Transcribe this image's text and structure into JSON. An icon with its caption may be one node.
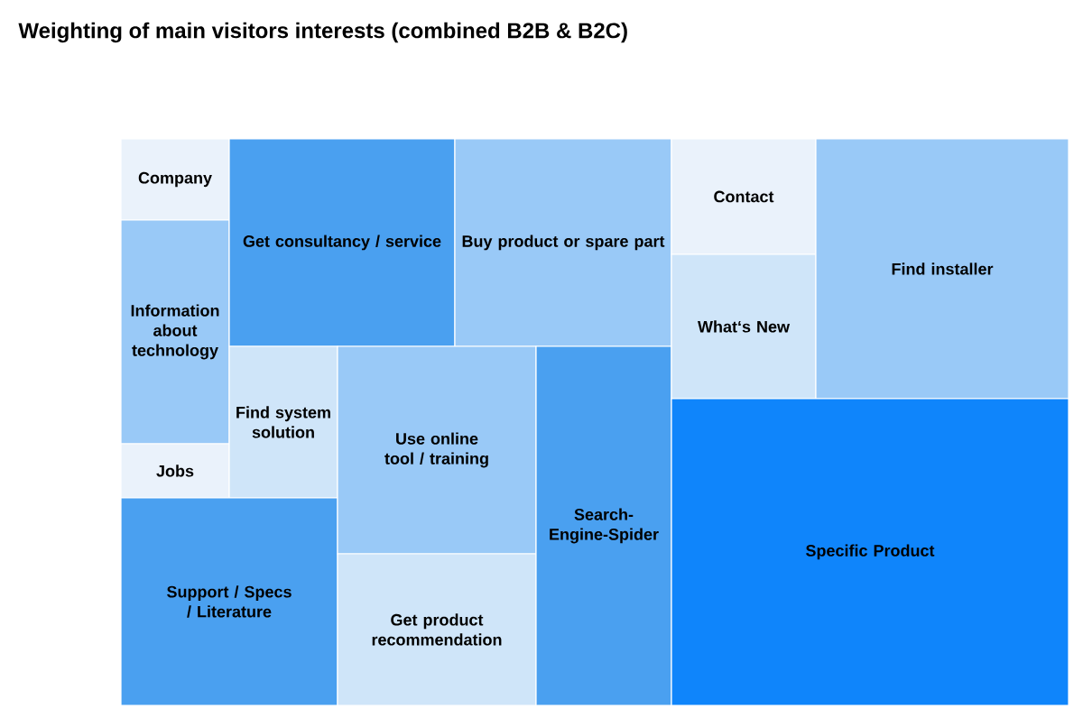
{
  "diagram": {
    "title": "Weighting of main visitors interests (combined B2B & B2C)",
    "nodes": [
      {
        "text": [
          "Company"
        ]
      },
      {
        "text": [
          "Information about technology"
        ]
      },
      {
        "text": [
          "Jobs"
        ]
      },
      {
        "text": [
          "Get consultancy / service"
        ]
      },
      {
        "text": [
          "Find system solution"
        ]
      },
      {
        "text": [
          "Support / Specs / Literature"
        ]
      },
      {
        "text": [
          "Buy product or spare part"
        ]
      },
      {
        "text": [
          "Use online tool / training"
        ]
      },
      {
        "text": [
          "Get product recommendation"
        ]
      },
      {
        "text": [
          "Search-Engine-Spider"
        ]
      },
      {
        "text": [
          "Contact"
        ]
      },
      {
        "text": [
          "What‘s New"
        ]
      },
      {
        "text": [
          "Find installer"
        ]
      },
      {
        "text": [
          "Specific Product"
        ]
      }
    ]
  }
}
